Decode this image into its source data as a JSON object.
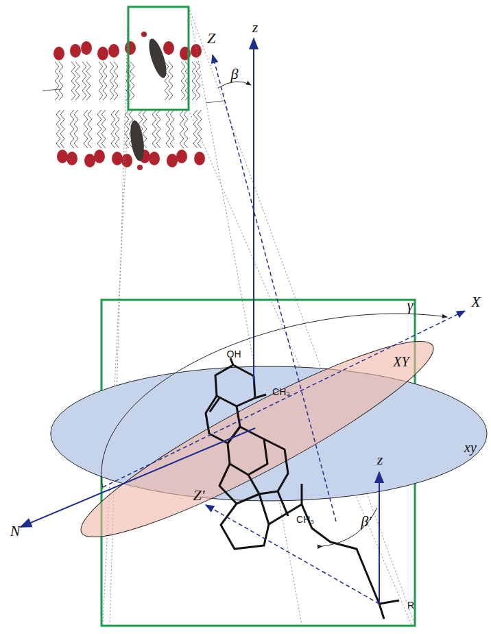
{
  "diagram": {
    "labels": [
      "Z",
      "z",
      "β",
      "γ",
      "X",
      "OH",
      "CH₃",
      "XY",
      "xy",
      "N",
      "CH₃",
      "Z'",
      "z",
      "β'",
      "R"
    ]
  }
}
